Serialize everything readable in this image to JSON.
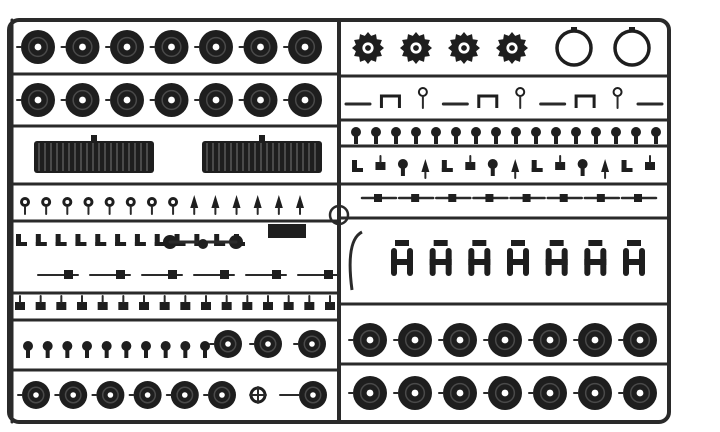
{
  "subject": "model-kit-sprue-tree",
  "colors": {
    "background": "#ffffff",
    "plastic": "#1e1e1e",
    "frame": "#2a2a2a",
    "highlight": "#4a4a4a"
  },
  "left_half": {
    "rows": [
      {
        "id": "road-wheels-a",
        "count": 7
      },
      {
        "id": "road-wheels-b",
        "count": 7
      },
      {
        "id": "track-sections",
        "count": 2
      },
      {
        "id": "small-parts-row",
        "count": 14
      },
      {
        "id": "brackets-row",
        "count": 12
      },
      {
        "id": "rods-row",
        "count": 6
      },
      {
        "id": "clips-row",
        "count": 16
      },
      {
        "id": "idler-parts-row",
        "count": 12
      },
      {
        "id": "small-wheels-row",
        "count": 8
      }
    ]
  },
  "right_half": {
    "rows": [
      {
        "id": "sprockets-row",
        "count": 6
      },
      {
        "id": "fittings-row-a",
        "count": 10
      },
      {
        "id": "fittings-row-b",
        "count": 16
      },
      {
        "id": "mixed-parts-row",
        "count": 14
      },
      {
        "id": "tools-row",
        "count": 8
      },
      {
        "id": "suspension-arms-row",
        "count": 7
      },
      {
        "id": "wheels-row-a",
        "count": 7
      },
      {
        "id": "wheels-row-b",
        "count": 7
      }
    ]
  }
}
